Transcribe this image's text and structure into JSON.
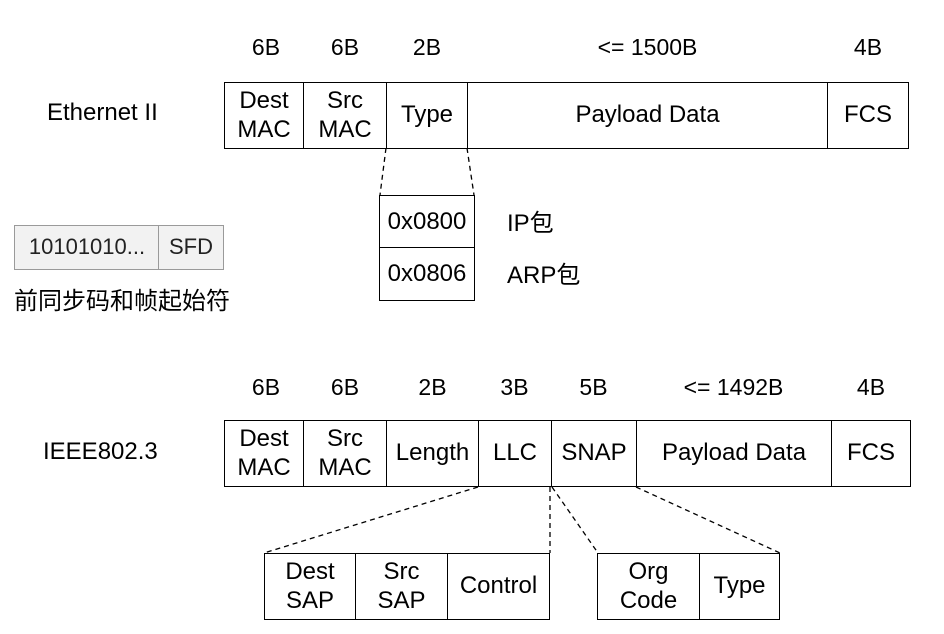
{
  "ethernet2": {
    "title": "Ethernet II",
    "sizes": [
      "6B",
      "6B",
      "2B",
      "<= 1500B",
      "4B"
    ],
    "fields": [
      "Dest\nMAC",
      "Src\nMAC",
      "Type",
      "Payload Data",
      "FCS"
    ],
    "type_values": [
      {
        "code": "0x0800",
        "meaning": "IP包"
      },
      {
        "code": "0x0806",
        "meaning": "ARP包"
      }
    ]
  },
  "preamble": {
    "fields": [
      "10101010...",
      "SFD"
    ],
    "caption": "前同步码和帧起始符"
  },
  "ieee8023": {
    "title": "IEEE802.3",
    "sizes": [
      "6B",
      "6B",
      "2B",
      "3B",
      "5B",
      "<= 1492B",
      "4B"
    ],
    "fields": [
      "Dest\nMAC",
      "Src\nMAC",
      "Length",
      "LLC",
      "SNAP",
      "Payload Data",
      "FCS"
    ],
    "llc_fields": [
      "Dest\nSAP",
      "Src\nSAP",
      "Control"
    ],
    "snap_fields": [
      "Org\nCode",
      "Type"
    ]
  }
}
